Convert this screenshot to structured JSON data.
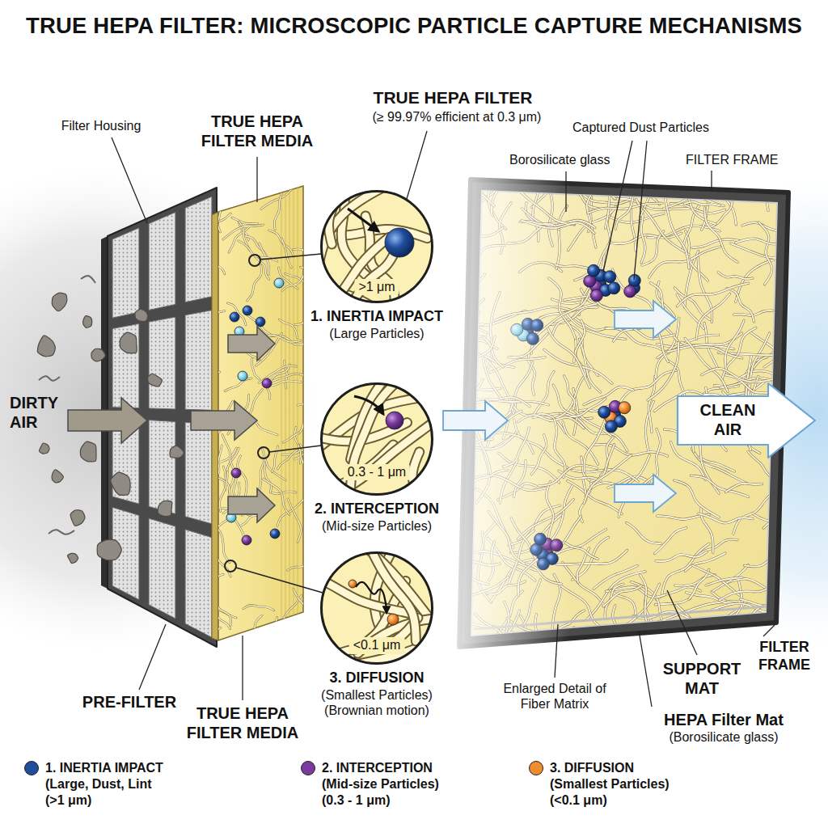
{
  "diagram": {
    "title": "TRUE HEPA FILTER: MICROSCOPIC PARTICLE CAPTURE MECHANISMS",
    "nodes": [
      {
        "text": [
          ">1 μm",
          "1. INERTIA IMPACT",
          "(Large Particles)"
        ]
      },
      {
        "text": [
          "0.3 - 1 μm",
          "2. INTERCEPTION",
          "(Mid-size Particles)"
        ]
      },
      {
        "text": [
          "<0.1 μm",
          "3. DIFFUSION",
          "(Smallest Particles)",
          "(Brownian motion)"
        ]
      }
    ],
    "labels": [
      "Filter Housing",
      "TRUE HEPA FILTER MEDIA",
      "TRUE HEPA FILTER",
      "(≥ 99.97% efficient at 0.3 μm)",
      "Captured Dust Particles",
      "Borosilicate glass",
      "FILTER FRAME",
      "DIRTY AIR",
      "CLEAN AIR",
      "PRE-FILTER",
      "TRUE HEPA FILTER MEDIA",
      "Enlarged Detail of Fiber Matrix",
      "SUPPORT MAT",
      "FILTER FRAME",
      "HEPA Filter Mat",
      "(Borosilicate glass)"
    ],
    "legend": [
      {
        "text": "1. INERTIA IMPACT (Large, Dust, Lint (>1 μm)",
        "color": "#1f4e9c"
      },
      {
        "text": "2. INTERCEPTION (Mid-size Particles) (0.3 - 1 μm)",
        "color": "#7b3b9e"
      },
      {
        "text": "3. DIFFUSION (Smallest Particles) (<0.1 μm)",
        "color": "#f08c2e"
      }
    ]
  }
}
